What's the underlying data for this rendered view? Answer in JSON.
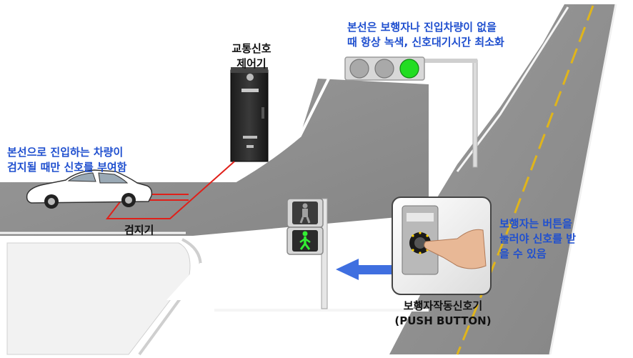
{
  "labels": {
    "controller_line1": "교통신호",
    "controller_line2": "제어기",
    "mainline_line1": "본선은 보행자나 진입차량이 없을",
    "mainline_line2": "때 항상 녹색, 신호대기시간 최소화",
    "vehicle_line1": "본선으로 진입하는 차량이",
    "vehicle_line2": "검지될 때만 신호를 부여함",
    "detector": "검지기",
    "button_note_line1": "보행자는 버튼을",
    "button_note_line2": "눌러야 신호를 받",
    "button_note_line3": "을 수 있음",
    "pushbutton_line1": "보행자작동신호기",
    "pushbutton_line2": "(PUSH BUTTON)"
  },
  "icons": [
    "traffic-signal-controller-icon",
    "vehicle-signal-icon",
    "car-icon",
    "vehicle-detector-loop-icon",
    "pedestrian-signal-icon",
    "push-button-icon",
    "hand-icon",
    "arrow-left-icon",
    "crosswalk-icon"
  ],
  "colors": {
    "annotation_blue": "#1f4fcf",
    "detector_red": "#e0201a",
    "signal_green": "#22dd22",
    "road_gray": "#8f8f8f"
  }
}
